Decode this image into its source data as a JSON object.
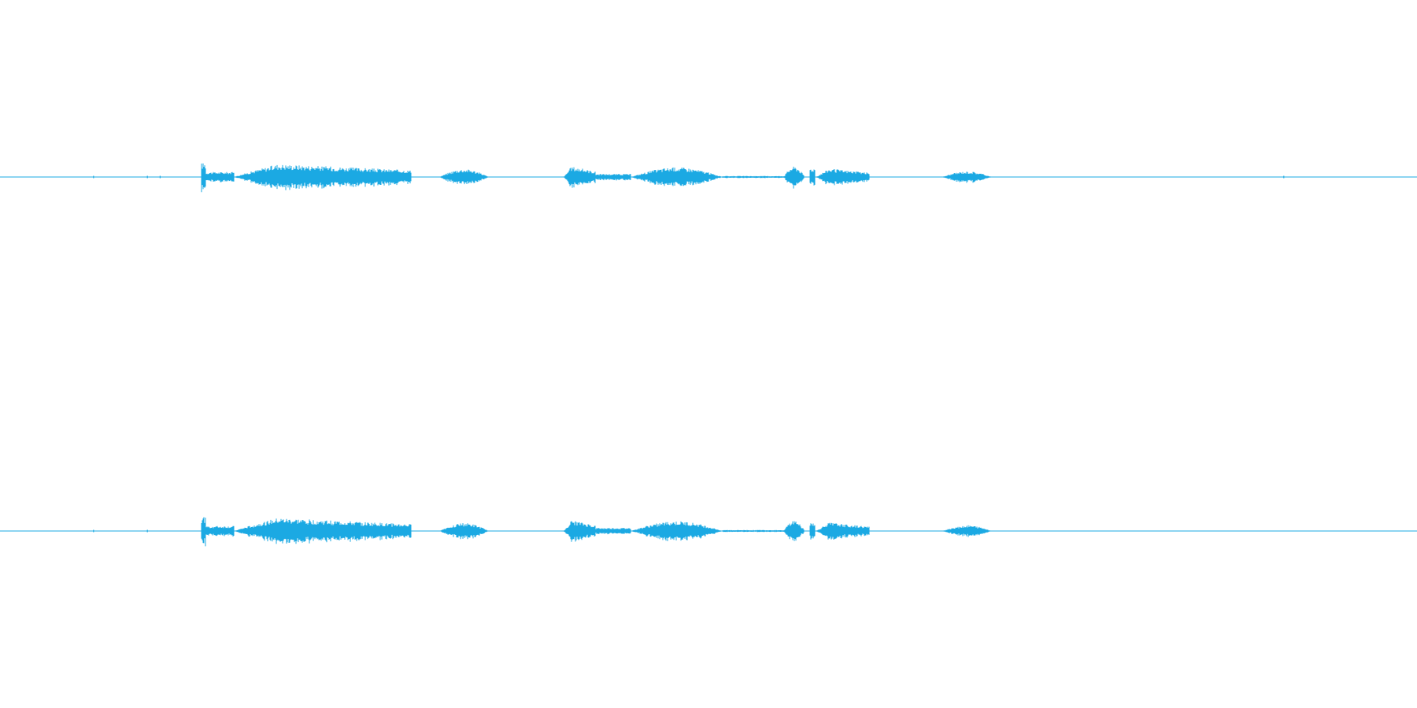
{
  "colors": {
    "background": "#ffffff",
    "waveform": "#1ba9e3"
  },
  "chart_data": {
    "type": "area",
    "description_kind": "stereo audio waveform",
    "title": "",
    "xlabel": "",
    "ylabel": "",
    "x_range": [
      0,
      1
    ],
    "ylim": [
      -1,
      1
    ],
    "grid": false,
    "legend": "none",
    "series": [
      {
        "channel": "left",
        "segments": [
          {
            "start": 0.1425,
            "end": 0.1445,
            "amp": 0.08,
            "shape": "click"
          },
          {
            "start": 0.1445,
            "end": 0.165,
            "amp": 0.04,
            "shape": "flat"
          },
          {
            "start": 0.165,
            "end": 0.29,
            "amp": 0.085,
            "shape": "decay"
          },
          {
            "start": 0.31,
            "end": 0.345,
            "amp": 0.045,
            "shape": "dome"
          },
          {
            "start": 0.398,
            "end": 0.42,
            "amp": 0.07,
            "shape": "decay"
          },
          {
            "start": 0.42,
            "end": 0.445,
            "amp": 0.025,
            "shape": "flat"
          },
          {
            "start": 0.445,
            "end": 0.51,
            "amp": 0.055,
            "shape": "dome"
          },
          {
            "start": 0.51,
            "end": 0.553,
            "amp": 0.008,
            "shape": "flat"
          },
          {
            "start": 0.553,
            "end": 0.568,
            "amp": 0.06,
            "shape": "dome"
          },
          {
            "start": 0.572,
            "end": 0.575,
            "amp": 0.05,
            "shape": "click"
          },
          {
            "start": 0.576,
            "end": 0.613,
            "amp": 0.055,
            "shape": "decay"
          },
          {
            "start": 0.665,
            "end": 0.7,
            "amp": 0.032,
            "shape": "dome"
          }
        ],
        "ticks": [
          0.066,
          0.104,
          0.113,
          0.906
        ]
      },
      {
        "channel": "right",
        "segments": [
          {
            "start": 0.1425,
            "end": 0.1445,
            "amp": 0.08,
            "shape": "click"
          },
          {
            "start": 0.1445,
            "end": 0.165,
            "amp": 0.04,
            "shape": "flat"
          },
          {
            "start": 0.165,
            "end": 0.29,
            "amp": 0.085,
            "shape": "decay"
          },
          {
            "start": 0.31,
            "end": 0.345,
            "amp": 0.045,
            "shape": "dome"
          },
          {
            "start": 0.398,
            "end": 0.42,
            "amp": 0.07,
            "shape": "decay"
          },
          {
            "start": 0.42,
            "end": 0.445,
            "amp": 0.025,
            "shape": "flat"
          },
          {
            "start": 0.445,
            "end": 0.51,
            "amp": 0.055,
            "shape": "dome"
          },
          {
            "start": 0.51,
            "end": 0.553,
            "amp": 0.008,
            "shape": "flat"
          },
          {
            "start": 0.553,
            "end": 0.568,
            "amp": 0.06,
            "shape": "dome"
          },
          {
            "start": 0.572,
            "end": 0.575,
            "amp": 0.05,
            "shape": "click"
          },
          {
            "start": 0.576,
            "end": 0.613,
            "amp": 0.055,
            "shape": "decay"
          },
          {
            "start": 0.665,
            "end": 0.7,
            "amp": 0.032,
            "shape": "dome"
          }
        ],
        "ticks": [
          0.066,
          0.104
        ]
      }
    ]
  }
}
